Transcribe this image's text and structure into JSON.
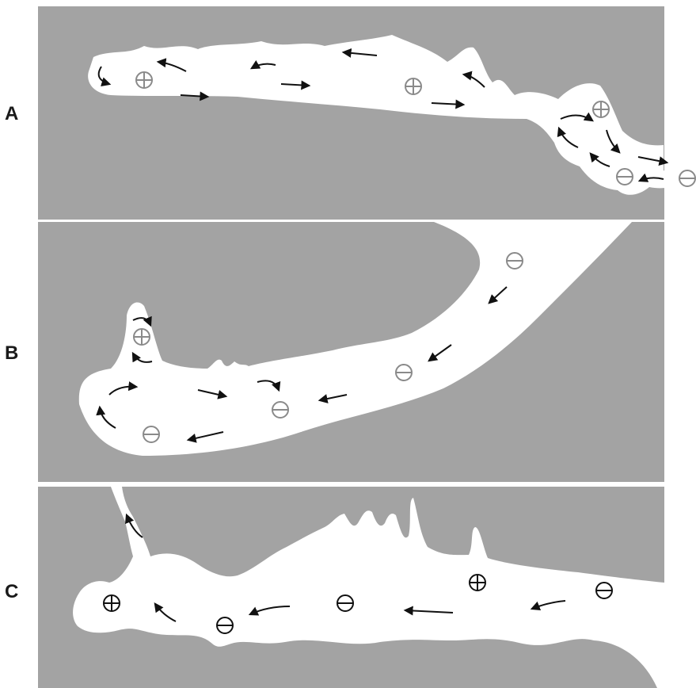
{
  "panels": [
    {
      "id": "A",
      "label": "A"
    },
    {
      "id": "B",
      "label": "B"
    },
    {
      "id": "C",
      "label": "C"
    }
  ],
  "colors": {
    "wall": "#a3a3a3",
    "lumen": "#ffffff",
    "arrow": "#111111",
    "charge_symbol_light": "#8a8a8a",
    "charge_symbol_dark": "#111111"
  },
  "charge_symbols": {
    "positive": "⊕",
    "negative": "⊖"
  }
}
